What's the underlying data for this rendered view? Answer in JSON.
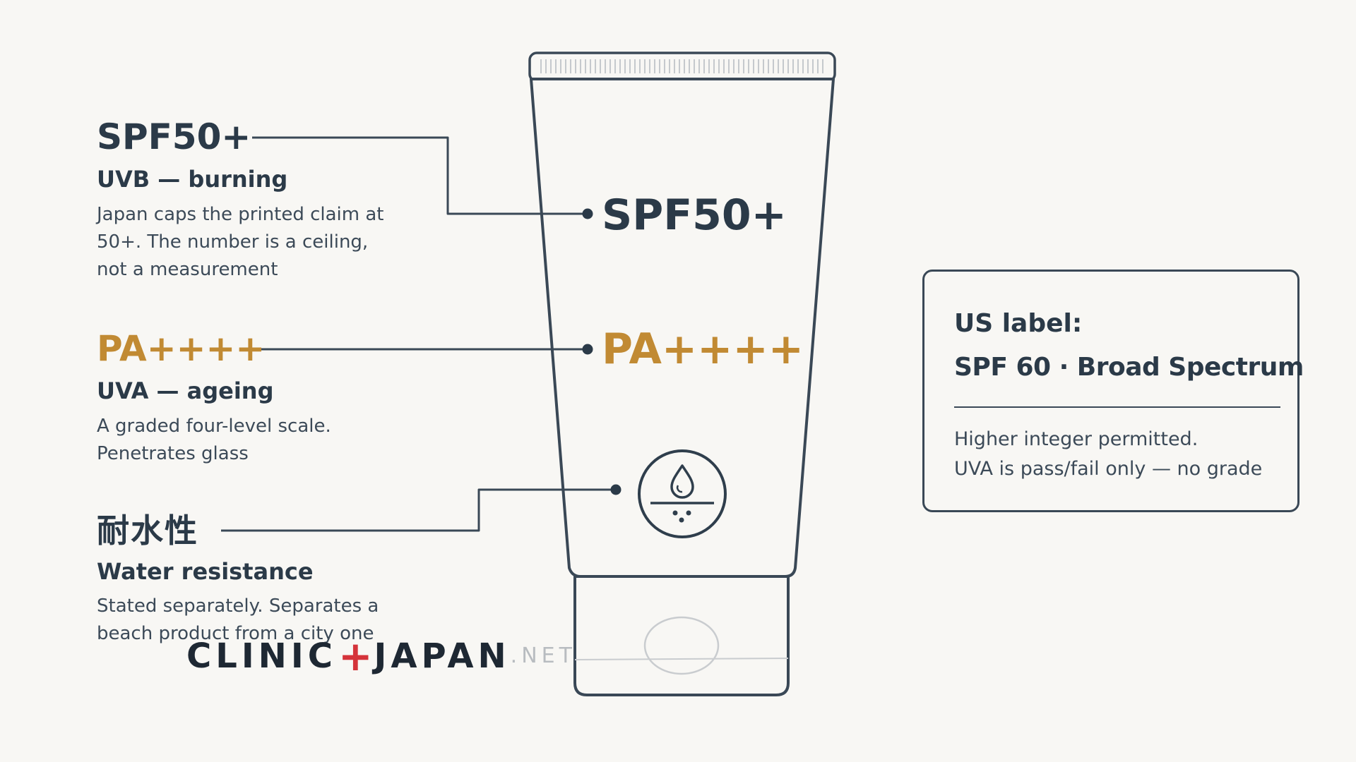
{
  "callouts": [
    {
      "code": "SPF50+",
      "subtitle": "UVB — burning",
      "description": "Japan caps the printed claim at 50+. The number is a ceiling, not a measurement"
    },
    {
      "code": "PA++++",
      "subtitle": "UVA — ageing",
      "description": "A graded four-level scale. Penetrates glass"
    },
    {
      "code": "耐水性",
      "subtitle": "Water resistance",
      "description": "Stated separately. Separates a beach product from a city one"
    }
  ],
  "tube": {
    "spf_label": "SPF50+",
    "pa_label": "PA++++",
    "icon": "water-drop-icon"
  },
  "us_label": {
    "title": "US label:",
    "subtitle": "SPF 60 · Broad Spectrum",
    "note_1": "Higher integer permitted.",
    "note_2": "UVA is pass/fail only — no grade"
  },
  "watermark": {
    "part1": "CLINIC",
    "symbol": "+",
    "part2": "JAPAN",
    "suffix": ".NET"
  },
  "colors": {
    "ink": "#2b3a48",
    "gold": "#c18a33",
    "background": "#f8f7f4",
    "watermark_red": "#d5333a"
  }
}
